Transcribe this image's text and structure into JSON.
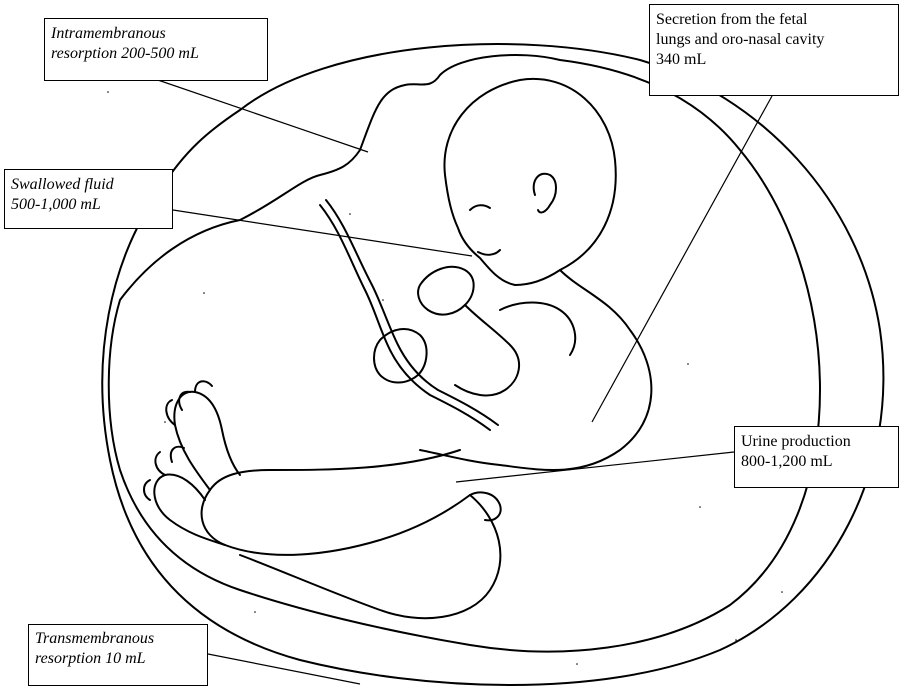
{
  "labels": {
    "intramembranous": {
      "line1": "Intramembranous",
      "line2": "resorption 200-500 mL"
    },
    "swallowed": {
      "line1": "Swallowed fluid",
      "line2": "500-1,000 mL"
    },
    "secretion": {
      "line1": "Secretion from the fetal",
      "line2": "lungs and oro-nasal cavity",
      "line3": "340 mL"
    },
    "urine": {
      "line1": "Urine production",
      "line2": "800-1,200 mL"
    },
    "transmembranous": {
      "line1": "Transmembranous",
      "line2": "resorption 10 mL"
    }
  },
  "colors": {
    "stroke": "#000000",
    "background": "#ffffff"
  }
}
